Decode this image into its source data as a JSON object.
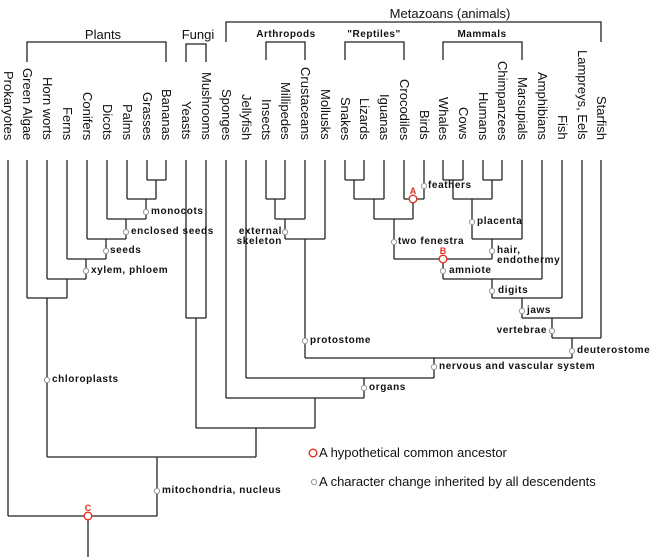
{
  "taxa": [
    "Prokaryotes",
    "Green Algae",
    "Horn worts",
    "Ferns",
    "Conifers",
    "Dicots",
    "Palms",
    "Grasses",
    "Bananas",
    "Yeasts",
    "Mushrooms",
    "Sponges",
    "Jellyfish",
    "Insects",
    "Millipedes",
    "Crustaceans",
    "Mollusks",
    "Snakes",
    "Lizards",
    "Iguanas",
    "Crocodiles",
    "Birds",
    "Whales",
    "Cows",
    "Humans",
    "Chimpanzees",
    "Marsupials",
    "Amphibians",
    "Fish",
    "Lampreys, Eels",
    "Starfish"
  ],
  "groups": {
    "plants": "Plants",
    "fungi": "Fungi",
    "metazoans": "Metazoans (animals)",
    "arthropods": "Arthropods",
    "reptiles": "\"Reptiles\"",
    "mammals": "Mammals"
  },
  "characters": {
    "monocots": "monocots",
    "enclosed_seeds": "enclosed seeds",
    "seeds": "seeds",
    "xylem": "xylem, phloem",
    "external_skeleton_1": "external",
    "external_skeleton_2": "skeleton",
    "feathers": "feathers",
    "two_fenestra": "two fenestra",
    "placenta": "placenta",
    "hair_1": "hair,",
    "hair_2": "endothermy",
    "amniote": "amniote",
    "digits": "digits",
    "jaws": "jaws",
    "vertebrae": "vertebrae",
    "deuterostome": "deuterostome",
    "protostome": "protostome",
    "nervous": "nervous and vascular system",
    "organs": "organs",
    "chloroplasts": "chloroplasts",
    "mitochondria": "mitochondria, nucleus"
  },
  "ancestors": {
    "a": "A",
    "b": "B",
    "c": "C"
  },
  "legend": {
    "ancestor": "A hypothetical common ancestor",
    "character": "A character change inherited by all descendents"
  },
  "colors": {
    "line": "#222222",
    "ancestor": "#e03020",
    "marker": "#999999"
  }
}
